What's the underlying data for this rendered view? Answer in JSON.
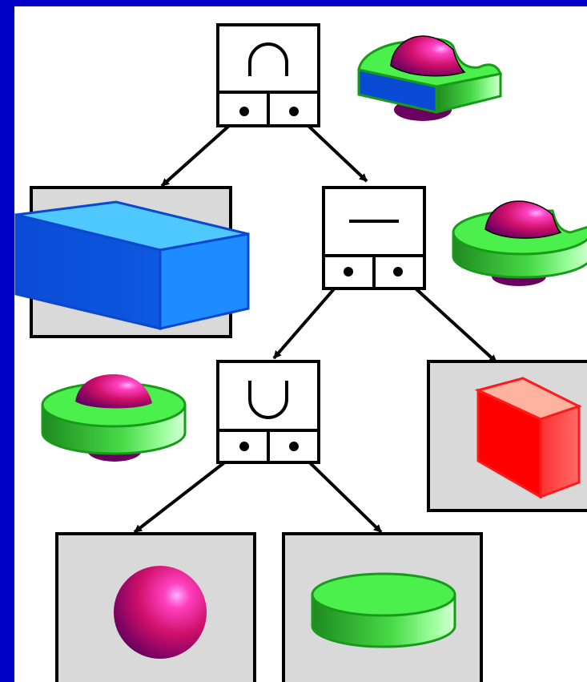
{
  "diagram": {
    "type": "csg-tree",
    "nodes": [
      {
        "id": "root",
        "kind": "operator",
        "operation": "intersection",
        "symbol": "∩"
      },
      {
        "id": "diff",
        "kind": "operator",
        "operation": "difference",
        "symbol": "—"
      },
      {
        "id": "union",
        "kind": "operator",
        "operation": "union",
        "symbol": "∪"
      },
      {
        "id": "box",
        "kind": "primitive",
        "shape": "box",
        "color": "#1e7df0"
      },
      {
        "id": "cube",
        "kind": "primitive",
        "shape": "cube",
        "color": "#ff1a1a"
      },
      {
        "id": "sphere",
        "kind": "primitive",
        "shape": "sphere",
        "color": "#d0106a"
      },
      {
        "id": "cylinder",
        "kind": "primitive",
        "shape": "cylinder",
        "color": "#4be94b"
      }
    ],
    "edges": [
      {
        "from": "root",
        "to": "box"
      },
      {
        "from": "root",
        "to": "diff"
      },
      {
        "from": "diff",
        "to": "union"
      },
      {
        "from": "diff",
        "to": "cube"
      },
      {
        "from": "union",
        "to": "sphere"
      },
      {
        "from": "union",
        "to": "cylinder"
      }
    ],
    "results": [
      {
        "node": "root",
        "shape": "final-solid"
      },
      {
        "node": "diff",
        "shape": "notched-cylinder-with-sphere"
      },
      {
        "node": "union",
        "shape": "cylinder-with-sphere"
      }
    ]
  },
  "colors": {
    "background": "#0000c8",
    "canvas": "#ffffff",
    "panel": "#d9d9d9",
    "edge": "#000000"
  }
}
